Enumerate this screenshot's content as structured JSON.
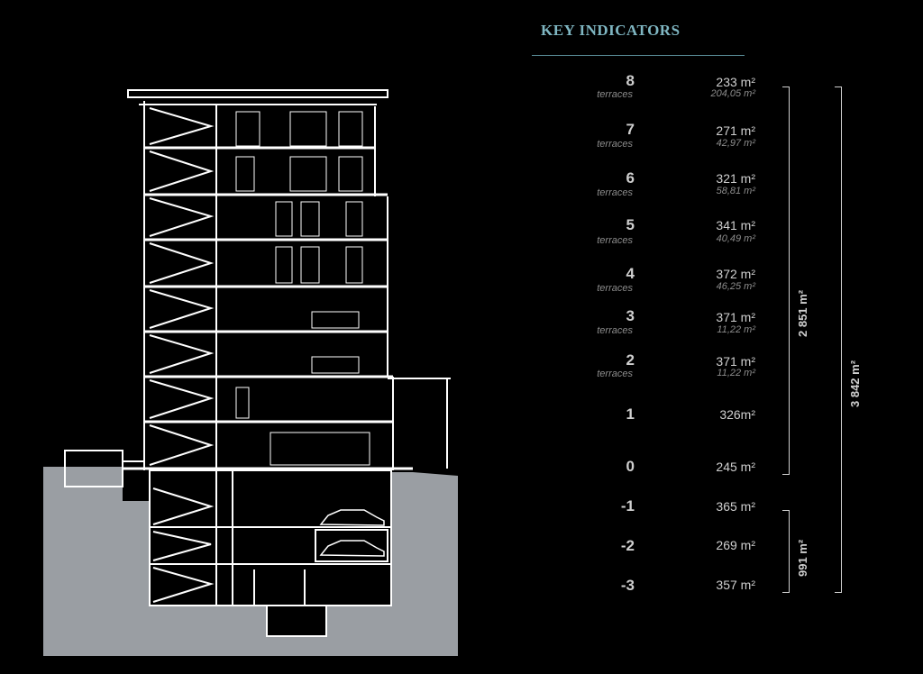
{
  "title": "KEY INDICATORS",
  "floors": [
    {
      "level": "8",
      "sub": "terraces",
      "area": "233 m²",
      "terrace": "204,05 m²"
    },
    {
      "level": "7",
      "sub": "terraces",
      "area": "271 m²",
      "terrace": "42,97 m²"
    },
    {
      "level": "6",
      "sub": "terraces",
      "area": "321 m²",
      "terrace": "58,81 m²"
    },
    {
      "level": "5",
      "sub": "terraces",
      "area": "341 m²",
      "terrace": "40,49 m²"
    },
    {
      "level": "4",
      "sub": "terraces",
      "area": "372 m²",
      "terrace": "46,25 m²"
    },
    {
      "level": "3",
      "sub": "terraces",
      "area": "371 m²",
      "terrace": "11,22 m²"
    },
    {
      "level": "2",
      "sub": "terraces",
      "area": "371 m²",
      "terrace": "11,22 m²"
    },
    {
      "level": "1",
      "area": "326m²"
    },
    {
      "level": "0",
      "area": "245  m²"
    },
    {
      "level": "-1",
      "area": "365 m²"
    },
    {
      "level": "-2",
      "area": "269 m²"
    },
    {
      "level": "-3",
      "area": "357 m²"
    }
  ],
  "totals": {
    "above_ground": "2 851 m²",
    "below_ground": "991 m²",
    "overall": "3 842  m²"
  },
  "colors": {
    "background": "#000000",
    "ground": "#9a9ea3",
    "accent": "#7fb6c2",
    "lines": "#ffffff"
  }
}
